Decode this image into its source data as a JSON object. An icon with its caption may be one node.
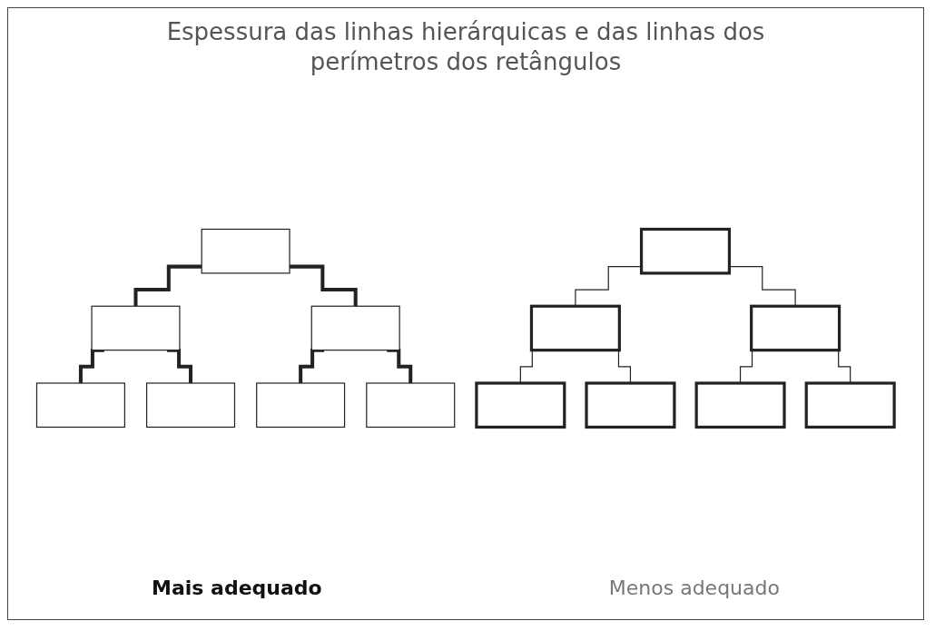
{
  "diagram": {
    "title": "Espessura das linhas hierárquicas e das linhas dos perímetros dos retângulos",
    "nodes": [
      {
        "text": [],
        "shape": "box"
      },
      {
        "text": [],
        "shape": "box"
      },
      {
        "text": [],
        "shape": "box"
      },
      {
        "text": [],
        "shape": "box"
      },
      {
        "text": [],
        "shape": "box"
      },
      {
        "text": [],
        "shape": "box"
      },
      {
        "text": [],
        "shape": "box"
      },
      {
        "text": [],
        "shape": "box"
      },
      {
        "text": [],
        "shape": "box"
      },
      {
        "text": [],
        "shape": "box"
      },
      {
        "text": [],
        "shape": "box"
      },
      {
        "text": [],
        "shape": "box"
      },
      {
        "text": [],
        "shape": "box"
      },
      {
        "text": [],
        "shape": "box"
      }
    ],
    "edges": [
      {
        "from": 0,
        "to": 1,
        "arrow": "none",
        "style": "thick"
      },
      {
        "from": 0,
        "to": 2,
        "arrow": "none",
        "style": "thick"
      },
      {
        "from": 1,
        "to": 3,
        "arrow": "none",
        "style": "thick"
      },
      {
        "from": 1,
        "to": 4,
        "arrow": "none",
        "style": "thick"
      },
      {
        "from": 2,
        "to": 5,
        "arrow": "none",
        "style": "thick"
      },
      {
        "from": 2,
        "to": 6,
        "arrow": "none",
        "style": "thick"
      },
      {
        "from": 7,
        "to": 8,
        "arrow": "none"
      },
      {
        "from": 7,
        "to": 9,
        "arrow": "none"
      },
      {
        "from": 8,
        "to": 10,
        "arrow": "none"
      },
      {
        "from": 8,
        "to": 11,
        "arrow": "none"
      },
      {
        "from": 9,
        "to": 12,
        "arrow": "none"
      },
      {
        "from": 9,
        "to": 13,
        "arrow": "none"
      }
    ],
    "labels": [
      "Mais adequado",
      "Menos adequado"
    ]
  }
}
